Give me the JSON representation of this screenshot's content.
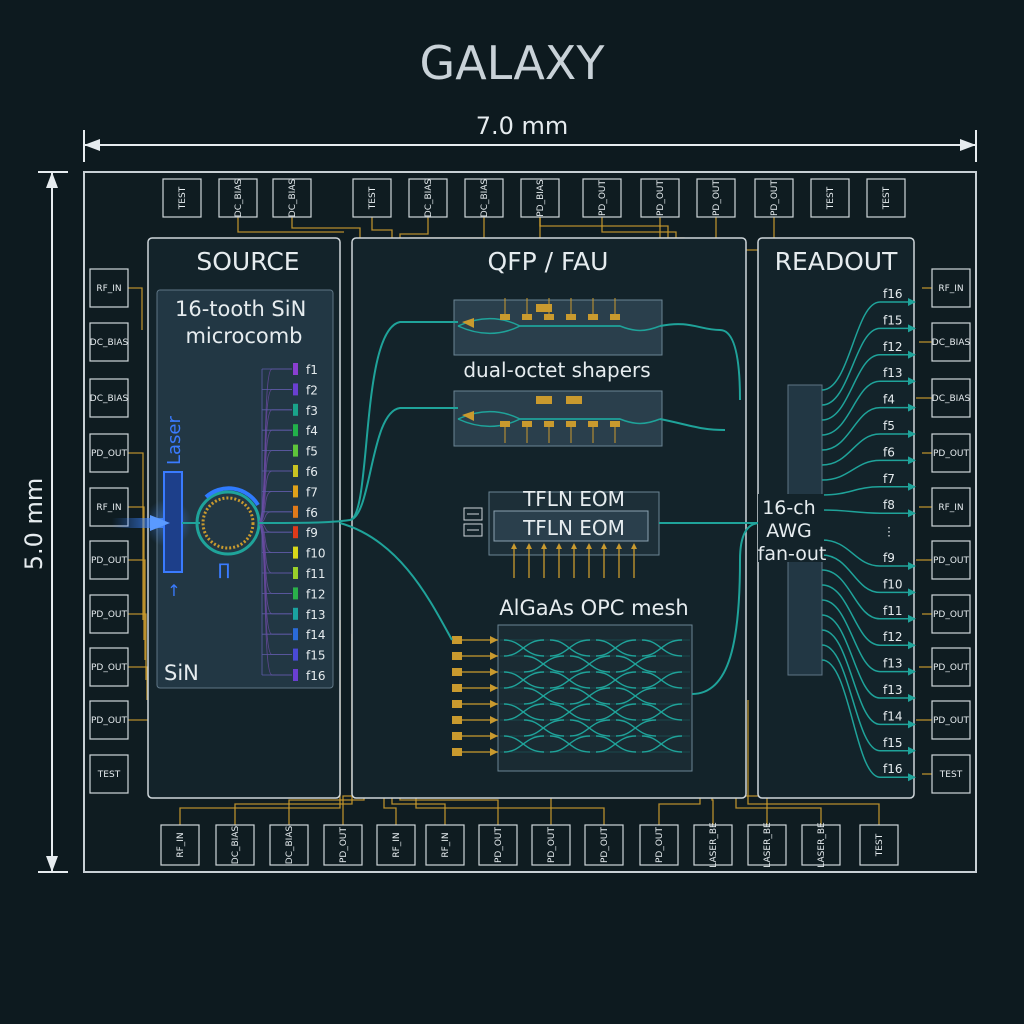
{
  "title": "GALAXY",
  "dimensions": {
    "width": "7.0 mm",
    "height": "5.0 mm"
  },
  "colors": {
    "background": "#0d1a1f",
    "frame": "#d6dde2",
    "waveguide": "#1fa39a",
    "metal": "#c99a2e",
    "heater": "#c99a2e",
    "laser": "#2f7bff",
    "text": "#dfe6ea"
  },
  "pads": {
    "top": [
      "TEST",
      "DC_BIAS",
      "DC_BIAS",
      "TEST",
      "DC_BIAS",
      "DC_BIAS",
      "PD_BIAS",
      "PD_OUT",
      "PD_OUT",
      "PD_OUT",
      "PD_OUT",
      "TEST",
      "TEST"
    ],
    "left": [
      "RF_IN",
      "DC_BIAS",
      "DC_BIAS",
      "PD_OUT",
      "RF_IN",
      "PD_OUT",
      "PD_OUT",
      "PD_OUT",
      "PD_OUT",
      "TEST"
    ],
    "right": [
      "RF_IN",
      "DC_BIAS",
      "DC_BIAS",
      "PD_OUT",
      "RF_IN",
      "PD_OUT",
      "PD_OUT",
      "PD_OUT",
      "PD_OUT",
      "TEST"
    ],
    "bottom": [
      "RF_IN",
      "DC_BIAS",
      "DC_BIAS",
      "PD_OUT",
      "RF_IN",
      "RF_IN",
      "PD_OUT",
      "PD_OUT",
      "PD_OUT",
      "PD_OUT",
      "LASER_BE",
      "LASER_BE",
      "LASER_BE",
      "TEST"
    ]
  },
  "source": {
    "title": "SOURCE",
    "comb_label": "16-tooth SiN microcomb",
    "laser_label": "Laser",
    "material": "SiN",
    "tooth_labels": [
      "f1",
      "f2",
      "f3",
      "f4",
      "f5",
      "f6",
      "f7",
      "f6",
      "f9",
      "f10",
      "f11",
      "f12",
      "f13",
      "f14",
      "f15",
      "f16"
    ],
    "tooth_colors": [
      "#8a3fd1",
      "#6a3fd1",
      "#1aa38a",
      "#22b04a",
      "#5ec43a",
      "#c9c322",
      "#e0a21a",
      "#e07a1a",
      "#e03a1a",
      "#d8d81a",
      "#9ad02a",
      "#2ab04a",
      "#1aa3a0",
      "#2a6ad8",
      "#4a4ad8",
      "#6a3fd1"
    ]
  },
  "qfp": {
    "title": "QFP / FAU",
    "shaper_label": "dual-octet shapers",
    "eom_outer_label": "TFLN EOM",
    "eom_inner_label": "TFLN EOM",
    "mesh_label": "AlGaAs OPC mesh"
  },
  "readout": {
    "title": "READOUT",
    "awg_label": "16-ch AWG fan-out",
    "channel_labels": [
      "f16",
      "f15",
      "f12",
      "f13",
      "f4",
      "f5",
      "f6",
      "f7",
      "f8",
      "⋮",
      "f9",
      "f10",
      "f11",
      "f12",
      "f13",
      "f13",
      "f14",
      "f15",
      "f16"
    ]
  }
}
